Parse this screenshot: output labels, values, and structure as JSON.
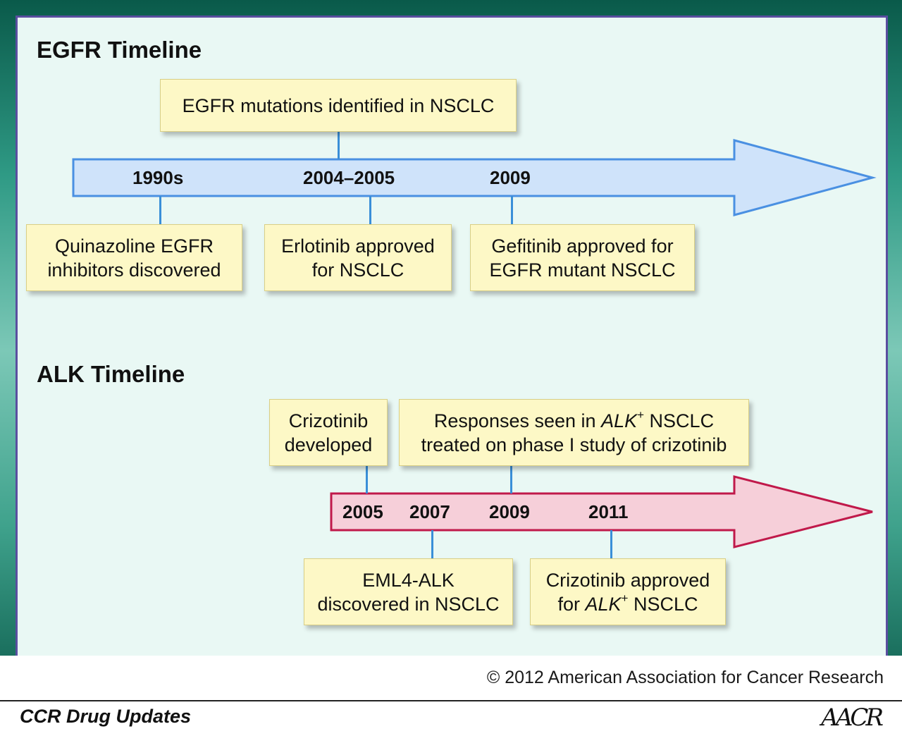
{
  "egfr": {
    "title": "EGFR Timeline",
    "years": [
      "1990s",
      "2004–2005",
      "2009"
    ],
    "above": {
      "text": "EGFR mutations identified in NSCLC"
    },
    "below": [
      {
        "line1": "Quinazoline EGFR",
        "line2": "inhibitors discovered"
      },
      {
        "line1": "Erlotinib approved",
        "line2": "for NSCLC"
      },
      {
        "line1": "Gefitinib approved for",
        "line2": "EGFR mutant NSCLC"
      }
    ],
    "arrow_color": "#cfe3fa",
    "arrow_border": "#4a90e2"
  },
  "alk": {
    "title": "ALK Timeline",
    "years": [
      "2005",
      "2007",
      "2009",
      "2011"
    ],
    "above": [
      {
        "line1": "Crizotinib",
        "line2": "developed"
      },
      {
        "line1a": "Responses seen in ",
        "line1b": "ALK",
        "line1c": "+",
        "line1d": " NSCLC",
        "line2": "treated on phase I study of crizotinib"
      }
    ],
    "below": [
      {
        "line1": "EML4-ALK",
        "line2": "discovered in NSCLC"
      },
      {
        "line1": "Crizotinib approved",
        "line2a": "for ",
        "line2b": "ALK",
        "line2c": "+",
        "line2d": " NSCLC"
      }
    ],
    "arrow_color": "#f6cfd9",
    "arrow_border": "#c0194a"
  },
  "copyright": "© 2012 American Association for Cancer Research",
  "footer": {
    "title": "CCR Drug Updates",
    "logo": "AACR"
  }
}
